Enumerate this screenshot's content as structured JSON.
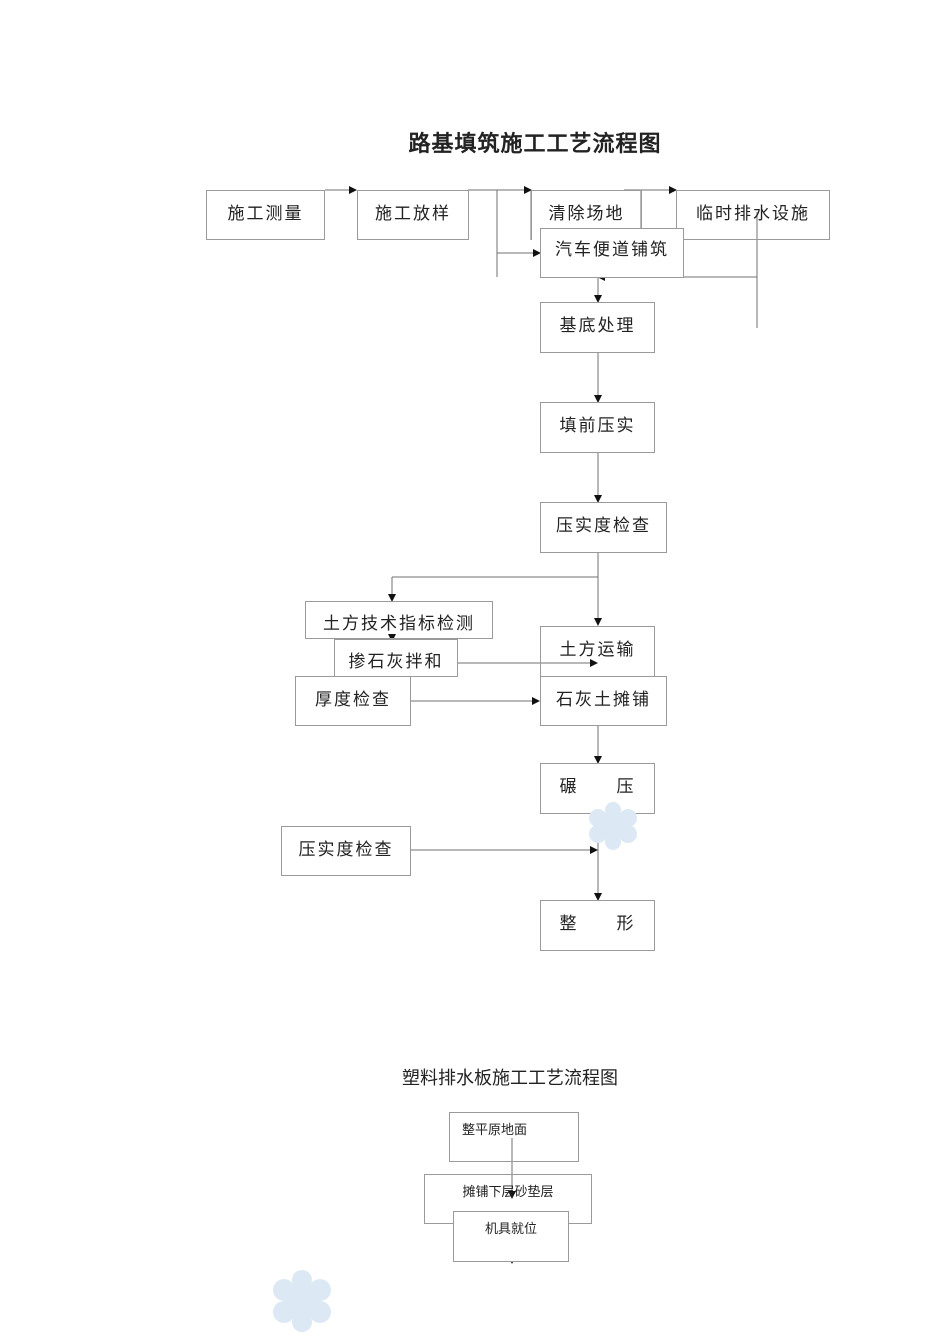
{
  "diagram1": {
    "title": "路基填筑施工工艺流程图",
    "nodes": {
      "survey": "施工测量",
      "staking": "施工放样",
      "clearing": "清除场地",
      "drainage": "临时排水设施",
      "access_road": "汽车便道铺筑",
      "base_treatment": "基底处理",
      "pre_compaction": "填前压实",
      "compaction_check": "压实度检查",
      "soil_index_test": "土方技术指标检测",
      "lime_mixing": "掺石灰拌和",
      "soil_transport": "土方运输",
      "thickness_check": "厚度检查",
      "lime_soil_spreading": "石灰土摊铺",
      "rolling": "碾　　压",
      "compaction_check_2": "压实度检查",
      "shaping": "整　　形"
    }
  },
  "diagram2": {
    "title": "塑料排水板施工工艺流程图",
    "nodes": {
      "leveling": "整平原地面",
      "sand_layer": "摊铺下层砂垫层",
      "machine_position": "机具就位"
    }
  },
  "colors": {
    "line": "#707070",
    "box_border": "#9a9a9a",
    "watermark": "#dce9f5"
  }
}
